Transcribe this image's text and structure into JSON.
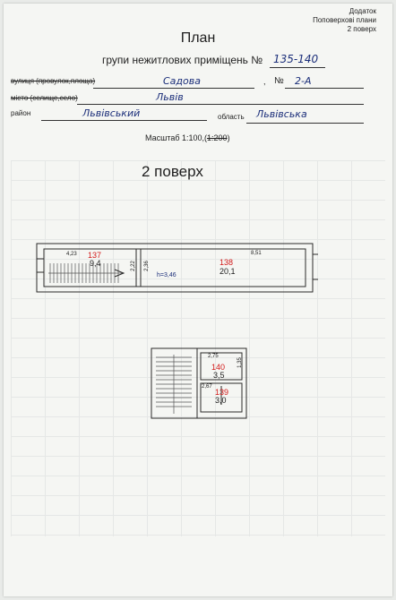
{
  "header": {
    "line1": "Додаток",
    "line2": "Поповерхові плани",
    "line3": "2 поверх"
  },
  "title": "План",
  "subtitle": "групи нежитлових приміщень №",
  "group_number": "135-140",
  "fields": {
    "street_label": "вулиця (провулок,площа)",
    "street_value": "Садова",
    "number_label": "№",
    "number_value": "2-А",
    "city_label": "місто (селище,село)",
    "city_value": "Львів",
    "district_label": "район",
    "district_value": "Львівський",
    "region_label": "область",
    "region_value": "Львівська"
  },
  "scale_label": "Масштаб 1:100,(",
  "scale_struck": "1:200",
  "scale_close": ")",
  "floor_title": "2 поверх",
  "rooms": [
    {
      "number": "137",
      "area": "9,4"
    },
    {
      "number": "138",
      "area": "20,1"
    },
    {
      "number": "140",
      "area": "3,5"
    },
    {
      "number": "139",
      "area": "3,0"
    }
  ],
  "dimensions": {
    "d1": "4,23",
    "d2": "2,22",
    "d3": "2,36",
    "d4": "8,51",
    "height": "h=3,46",
    "d5": "2,75",
    "d6": "1,35",
    "d7": "2,67"
  },
  "colors": {
    "room_number": "#d21a1a",
    "handwriting": "#1c2f7a",
    "ink": "#1e1e1e"
  }
}
